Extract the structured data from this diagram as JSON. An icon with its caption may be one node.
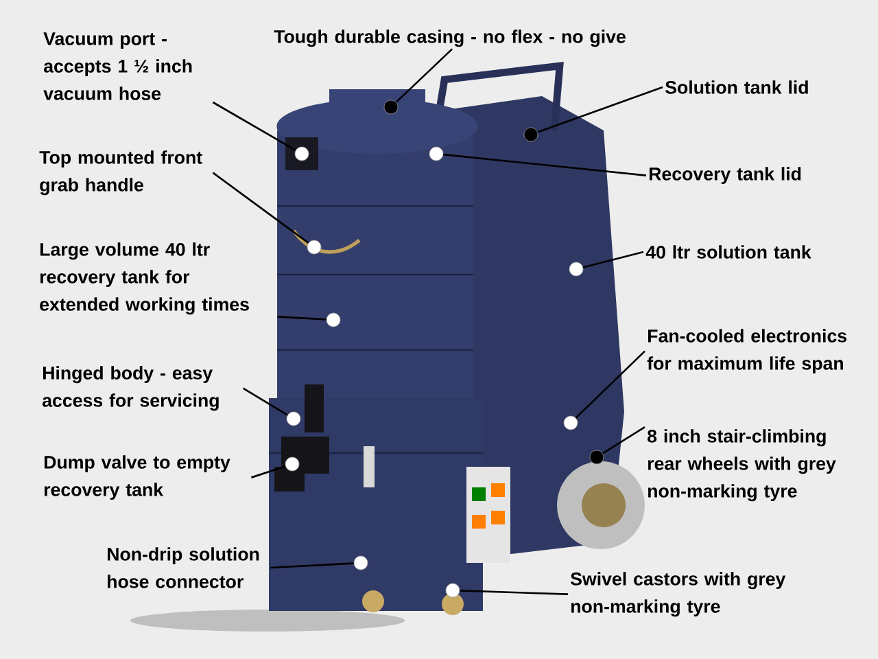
{
  "diagram": {
    "nodes": [
      {
        "text": [
          "Vacuum port - accepts 1 ½ inch vacuum hose"
        ]
      },
      {
        "text": [
          "Tough durable casing - no flex - no give"
        ]
      },
      {
        "text": [
          "Solution tank lid"
        ]
      },
      {
        "text": [
          "Top mounted front grab handle"
        ]
      },
      {
        "text": [
          "Recovery tank lid"
        ]
      },
      {
        "text": [
          "Large volume 40 ltr recovery tank for extended working times"
        ]
      },
      {
        "text": [
          "40 ltr solution tank"
        ]
      },
      {
        "text": [
          "Fan-cooled electronics for maximum life span"
        ]
      },
      {
        "text": [
          "Hinged body - easy access for servicing"
        ]
      },
      {
        "text": [
          "8 inch stair-climbing rear wheels with grey non-marking tyre"
        ]
      },
      {
        "text": [
          "Dump valve to empty recovery tank"
        ]
      },
      {
        "text": [
          "Non-drip solution hose connector"
        ]
      },
      {
        "text": [
          "Swivel castors with grey non-marking tyre"
        ]
      },
      {
        "text": [],
        "shape": "circle"
      },
      {
        "text": [],
        "shape": "circle"
      },
      {
        "text": [],
        "shape": "circle"
      },
      {
        "text": [],
        "shape": "circle"
      },
      {
        "text": [],
        "shape": "circle"
      },
      {
        "text": [],
        "shape": "circle"
      },
      {
        "text": [],
        "shape": "circle"
      },
      {
        "text": [],
        "shape": "circle"
      },
      {
        "text": [],
        "shape": "circle"
      },
      {
        "text": [],
        "shape": "circle"
      },
      {
        "text": [],
        "shape": "circle"
      },
      {
        "text": [],
        "shape": "circle"
      },
      {
        "text": [],
        "shape": "circle"
      }
    ],
    "edges": [
      {
        "from": 0,
        "to": 13,
        "arrow": "none"
      },
      {
        "from": 1,
        "to": 14,
        "arrow": "none"
      },
      {
        "from": 2,
        "to": 15,
        "arrow": "none"
      },
      {
        "from": 3,
        "to": 16,
        "arrow": "none"
      },
      {
        "from": 4,
        "to": 17,
        "arrow": "none"
      },
      {
        "from": 5,
        "to": 18,
        "arrow": "none"
      },
      {
        "from": 6,
        "to": 19,
        "arrow": "none"
      },
      {
        "from": 7,
        "to": 20,
        "arrow": "none"
      },
      {
        "from": 8,
        "to": 21,
        "arrow": "none"
      },
      {
        "from": 9,
        "to": 22,
        "arrow": "none"
      },
      {
        "from": 10,
        "to": 23,
        "arrow": "none"
      },
      {
        "from": 11,
        "to": 24,
        "arrow": "none"
      },
      {
        "from": 12,
        "to": 25,
        "arrow": "none"
      }
    ]
  }
}
